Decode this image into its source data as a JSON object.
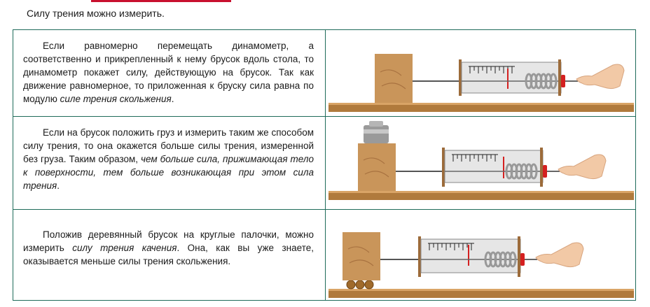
{
  "intro": "Силу трения можно измерить.",
  "rows": [
    {
      "text_a": "Если равномерно перемещать динамометр, а соответственно и прикрепленный к нему брусок вдоль стола, то динамометр покажет силу, действующую на брусок. Так как движение равномерное, то приложенная к бруску сила равна по модулю ",
      "text_em": "силе трения скольжения",
      "text_b": ".",
      "illustration": "dynamometer-block-sliding"
    },
    {
      "text_a": "Если на брусок положить груз и измерить таким же способом силу трения, то она окажется больше силы трения, измеренной без груза. Таким образом, ",
      "text_em": "чем больше сила, прижимающая тело к поверхности, тем больше возникающая при этом сила трения",
      "text_b": ".",
      "illustration": "dynamometer-block-with-weight"
    },
    {
      "text_a": "Положив деревянный брусок на круглые палочки, можно измерить ",
      "text_em": "силу трения качения",
      "text_b": ". Она, как вы уже знаете, оказывается меньше силы трения скольжения.",
      "illustration": "dynamometer-block-on-rollers"
    }
  ],
  "colors": {
    "accent_red": "#c8102e",
    "table_border": "#1f6b5a",
    "wood": "#c9955a",
    "table_wood": "#b07a3c"
  }
}
